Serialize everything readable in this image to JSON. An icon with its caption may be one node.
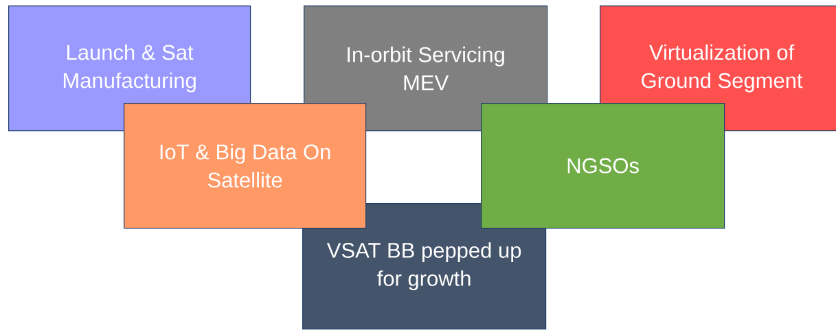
{
  "diagram": {
    "nodes": [
      {
        "text": [
          "Launch & Sat Manufacturing"
        ]
      },
      {
        "text": [
          "In-orbit Servicing MEV"
        ]
      },
      {
        "text": [
          "Virtualization of Ground Segment"
        ]
      },
      {
        "text": [
          "IoT & Big Data On Satellite"
        ]
      },
      {
        "text": [
          "NGSOs"
        ]
      },
      {
        "text": [
          "VSAT BB pepped up for growth"
        ]
      }
    ]
  }
}
